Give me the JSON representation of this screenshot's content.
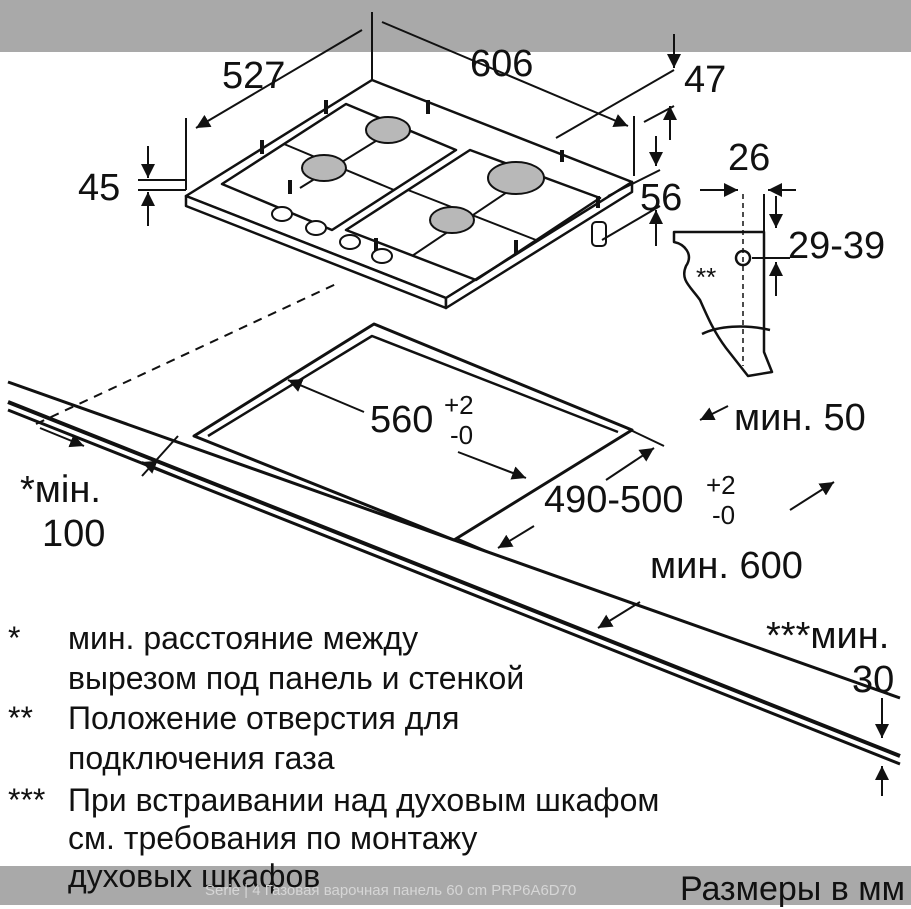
{
  "dimensions": {
    "d527": "527",
    "d606": "606",
    "d47": "47",
    "d45": "45",
    "d26": "26",
    "d56": "56",
    "d29_39": "29-39",
    "gas_mark": "**",
    "cut_width": "560",
    "cut_width_tol_plus": "+2",
    "cut_width_tol_minus": "-0",
    "cut_depth": "490-500",
    "cut_depth_tol_plus": "+2",
    "cut_depth_tol_minus": "-0",
    "min50": "мин. 50",
    "min100_line1": "*мін.",
    "min100_line2": "100",
    "min600": "мин. 600",
    "min30_line1": "***мин.",
    "min30_line2": "30"
  },
  "legend": [
    {
      "mark": "*",
      "lines": [
        "мин. расстояние между",
        "вырезом под панель и стенкой"
      ]
    },
    {
      "mark": "**",
      "lines": [
        "Положение отверстия для",
        "подключения газа"
      ]
    },
    {
      "mark": "***",
      "lines": [
        "При встраивании над духовым шкафом",
        "см. требования по монтажу",
        "духовых шкафов"
      ]
    }
  ],
  "footer": {
    "units": "Размеры в мм",
    "watermark": "Serie | 4 Газовая варочная панель 60 cm PRP6A6D70"
  },
  "colors": {
    "bar": "#a9a9a9",
    "burner": "#b8b8b8",
    "line": "#111111"
  }
}
